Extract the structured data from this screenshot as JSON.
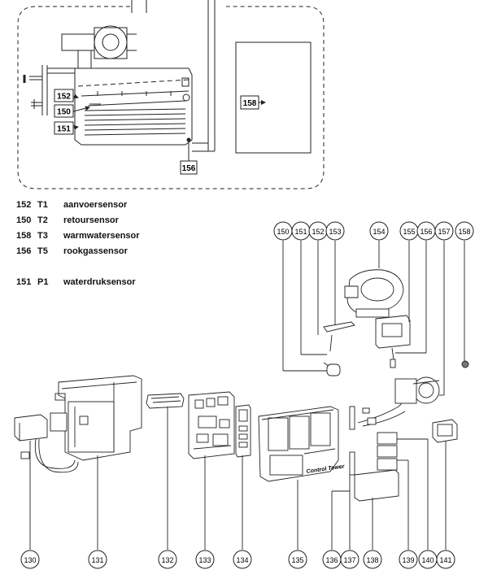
{
  "schematic": {
    "labels": [
      "152",
      "150",
      "151",
      "158",
      "156"
    ]
  },
  "legend": {
    "rows": [
      {
        "num": "152",
        "code": "T1",
        "name": "aanvoersensor"
      },
      {
        "num": "150",
        "code": "T2",
        "name": "retoursensor"
      },
      {
        "num": "158",
        "code": "T3",
        "name": "warmwatersensor"
      },
      {
        "num": "156",
        "code": "T5",
        "name": "rookgassensor"
      }
    ],
    "extra": {
      "num": "151",
      "code": "P1",
      "name": "waterdruksensor"
    }
  },
  "top_callouts": [
    "150",
    "151",
    "152",
    "153",
    "154",
    "155",
    "156",
    "157",
    "158"
  ],
  "bottom_callouts": [
    "130",
    "131",
    "132",
    "133",
    "134",
    "135",
    "136",
    "137",
    "138",
    "139",
    "140",
    "141"
  ],
  "panel_label": "Control Tower"
}
